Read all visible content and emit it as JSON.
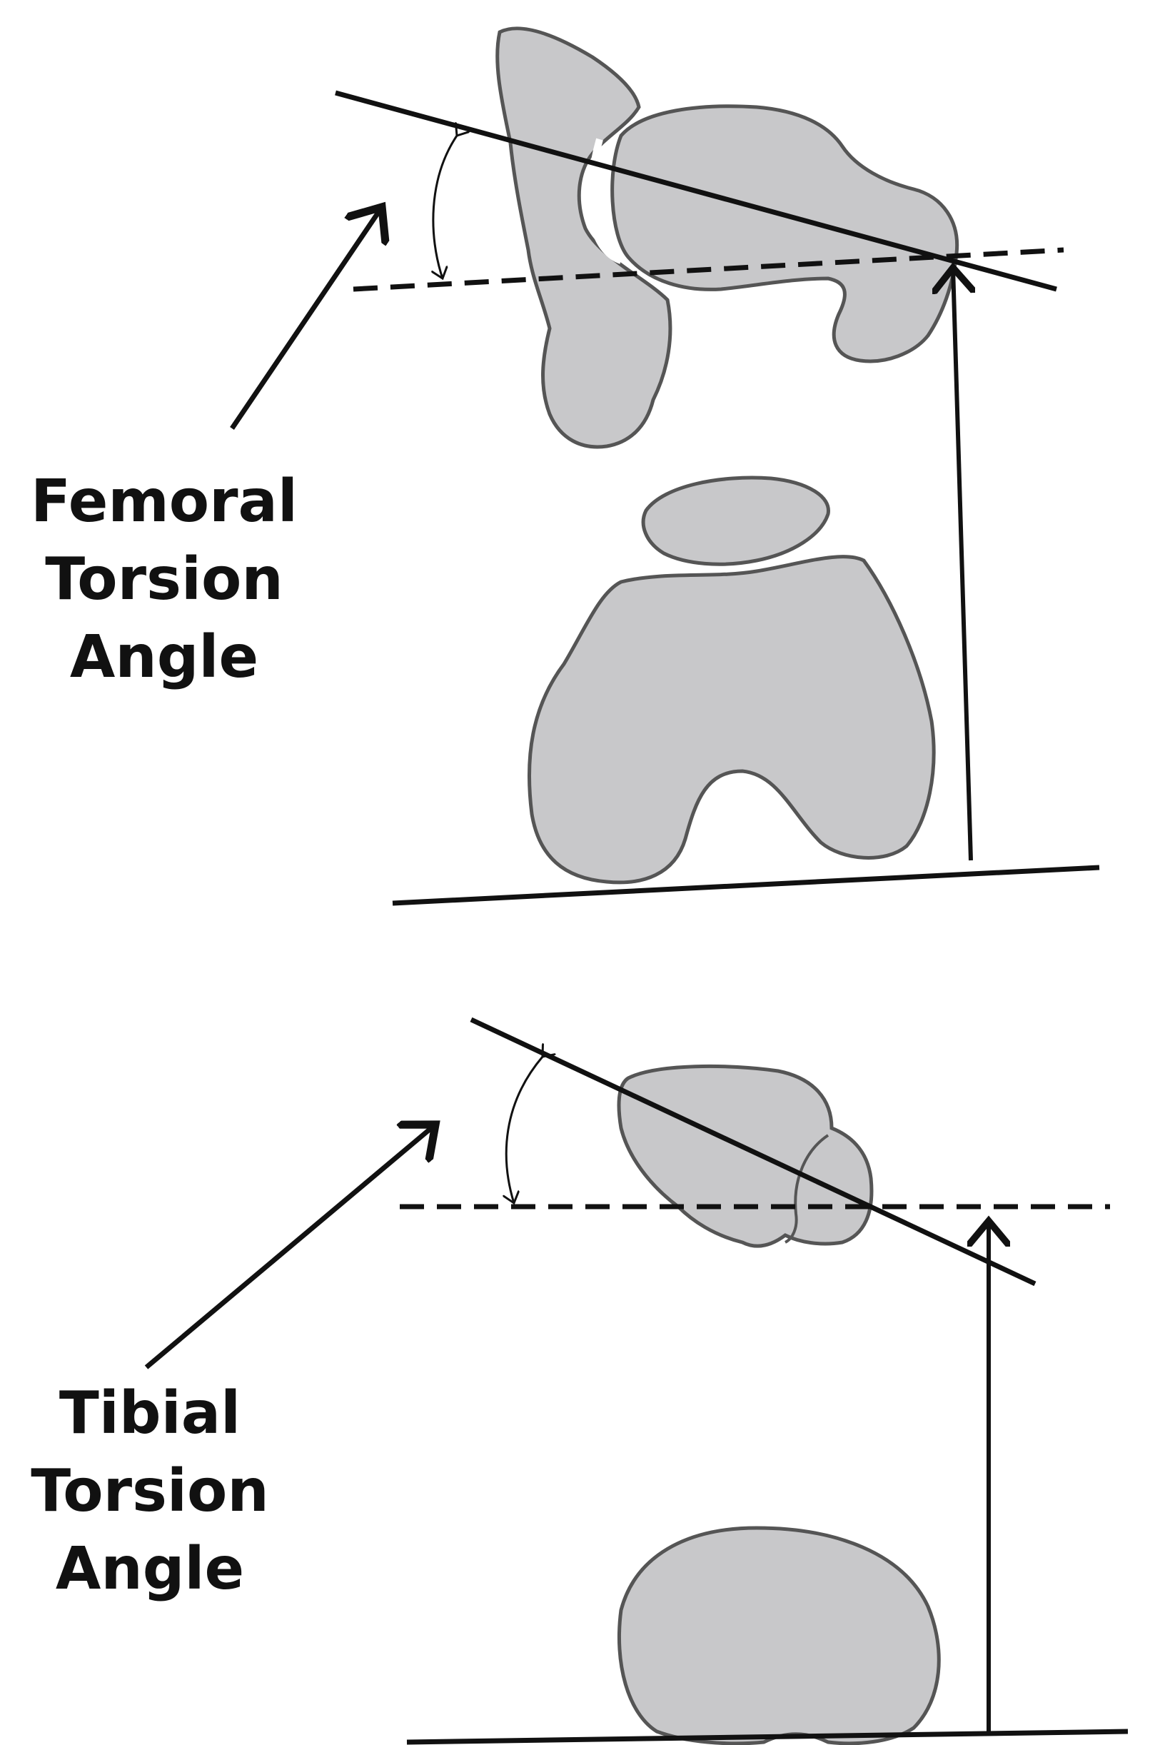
{
  "colors": {
    "background": "#ffffff",
    "bone_fill": "#c8c8ca",
    "bone_outline": "#555555",
    "line": "#111111"
  },
  "femoral_label": {
    "line1": "Femoral",
    "line2": "Torsion",
    "line3": "Angle"
  },
  "tibial_label": {
    "line1": "Tibial",
    "line2": "Torsion",
    "line3": "Angle"
  }
}
